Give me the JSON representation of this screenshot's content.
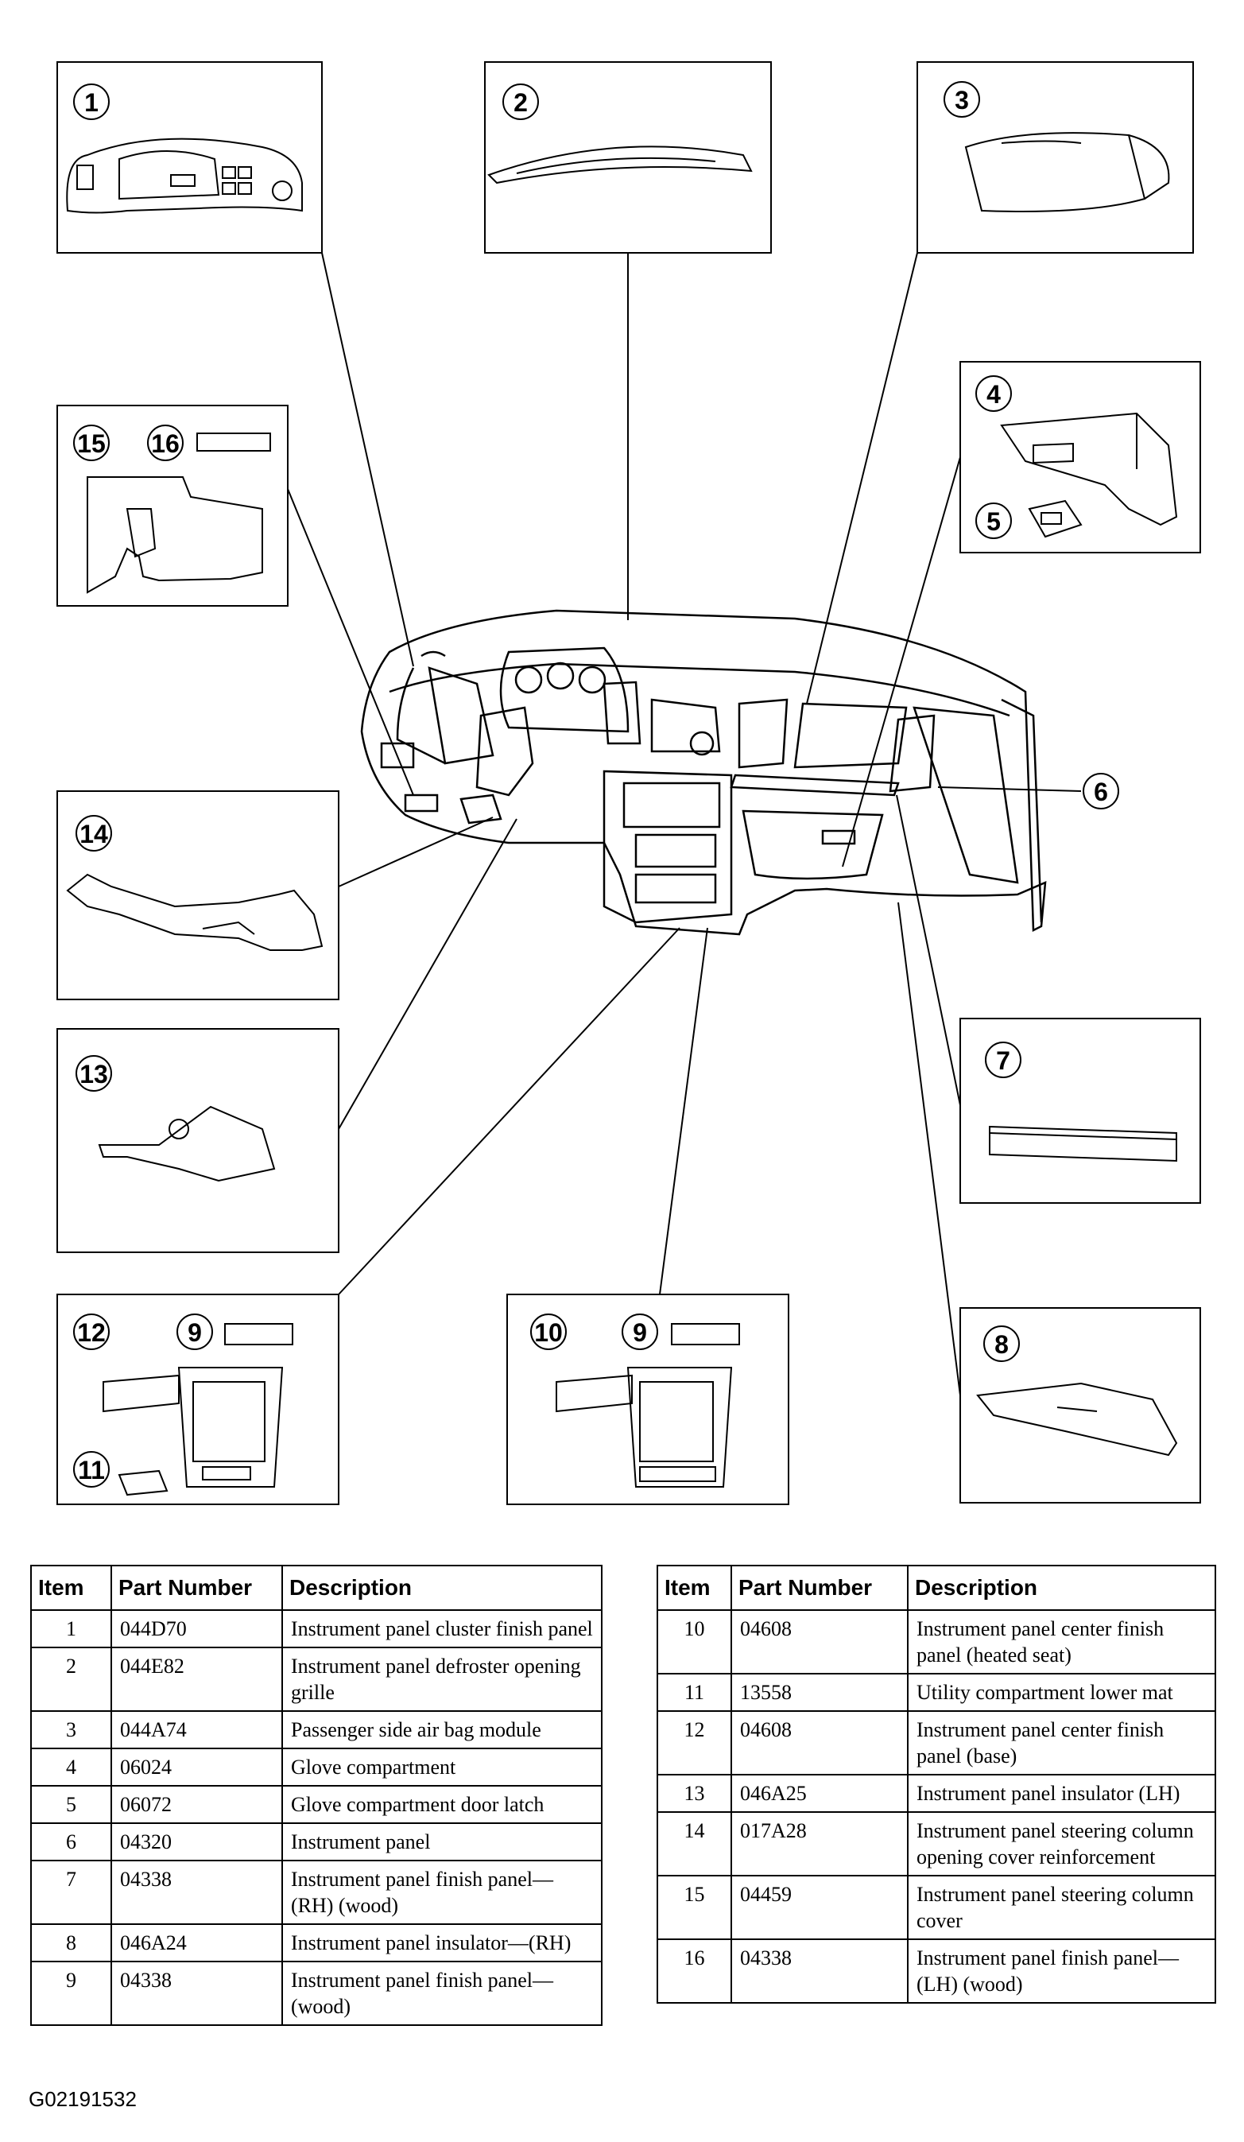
{
  "figure_id": "G02191532",
  "callouts": [
    "1",
    "2",
    "3",
    "4",
    "5",
    "6",
    "7",
    "8",
    "9",
    "10",
    "11",
    "12",
    "13",
    "14",
    "15",
    "16"
  ],
  "table_headers": {
    "item": "Item",
    "part_number": "Part Number",
    "description": "Description"
  },
  "parts_left": [
    {
      "item": "1",
      "part": "044D70",
      "desc": "Instrument panel cluster finish panel"
    },
    {
      "item": "2",
      "part": "044E82",
      "desc": "Instrument panel defroster opening grille"
    },
    {
      "item": "3",
      "part": "044A74",
      "desc": "Passenger side air bag module"
    },
    {
      "item": "4",
      "part": "06024",
      "desc": "Glove compartment"
    },
    {
      "item": "5",
      "part": "06072",
      "desc": "Glove compartment door latch"
    },
    {
      "item": "6",
      "part": "04320",
      "desc": "Instrument panel"
    },
    {
      "item": "7",
      "part": "04338",
      "desc": "Instrument panel finish panel—(RH) (wood)"
    },
    {
      "item": "8",
      "part": "046A24",
      "desc": "Instrument panel insulator—(RH)"
    },
    {
      "item": "9",
      "part": "04338",
      "desc": "Instrument panel finish panel—(wood)"
    }
  ],
  "parts_right": [
    {
      "item": "10",
      "part": "04608",
      "desc": "Instrument panel center finish panel (heated seat)"
    },
    {
      "item": "11",
      "part": "13558",
      "desc": "Utility compartment lower mat"
    },
    {
      "item": "12",
      "part": "04608",
      "desc": "Instrument panel center finish panel (base)"
    },
    {
      "item": "13",
      "part": "046A25",
      "desc": "Instrument panel insulator (LH)"
    },
    {
      "item": "14",
      "part": "017A28",
      "desc": "Instrument panel steering column opening cover reinforcement"
    },
    {
      "item": "15",
      "part": "04459",
      "desc": "Instrument panel steering column cover"
    },
    {
      "item": "16",
      "part": "04338",
      "desc": "Instrument panel finish panel—(LH) (wood)"
    }
  ]
}
